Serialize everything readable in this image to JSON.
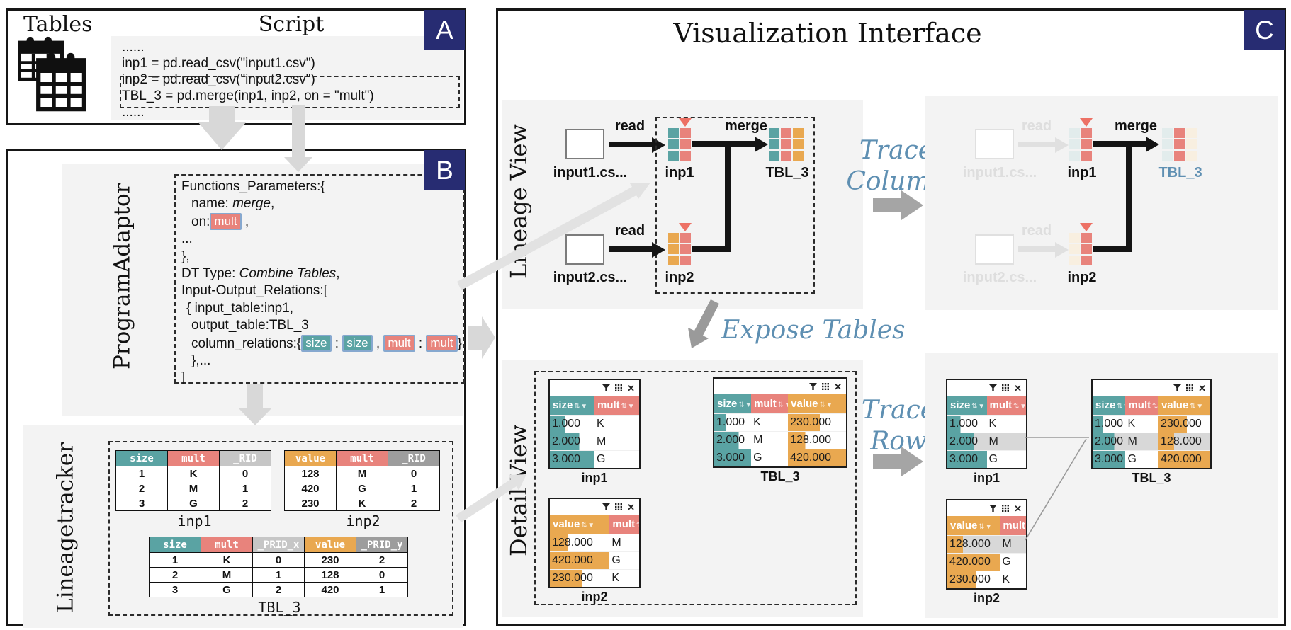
{
  "colors": {
    "teal": "#5aa3a3",
    "red": "#e8837c",
    "orange": "#e9a850",
    "navy": "#272c72",
    "accent_text": "#5e8fb2",
    "section_bg": "#f3f3f3"
  },
  "panelA": {
    "badge": "A",
    "tables_label": "Tables",
    "script_label": "Script",
    "code": [
      "......",
      "inp1 = pd.read_csv(\"input1.csv\")",
      "inp2 = pd.read_csv(\"input2.csv\")",
      "TBL_3 = pd.merge(inp1, inp2, on = \"mult\")",
      "......"
    ]
  },
  "panelB": {
    "badge": "B",
    "adaptor_label_1": "Program",
    "adaptor_label_2": "Adaptor",
    "tracker_label_1": "Lineage",
    "tracker_label_2": "tracker",
    "json": {
      "l1": "Functions_Parameters:{",
      "l2a": "name: ",
      "l2b": "merge",
      "l2c": ",",
      "l3a": "on:",
      "chip_mult": "mult",
      "l3c": " ,",
      "l4": "...",
      "l5": "},",
      "l6a": "DT Type: ",
      "l6b": "Combine Tables",
      "l6c": ",",
      "l7": "Input-Output_Relations:[",
      "l8": "{ input_table:inp1,",
      "l9": "output_table:TBL_3",
      "l10a": "column_relations:{",
      "size1": "size",
      "sep1": " : ",
      "size2": "size",
      "sep2": " , ",
      "mult1": "mult",
      "sep3": " : ",
      "mult2": "mult",
      "l10z": "}",
      "l11": "},...",
      "l12": "]"
    },
    "tracker": {
      "inp1": {
        "caption": "inp1",
        "headers": [
          {
            "label": "size",
            "cls": "teal"
          },
          {
            "label": "mult",
            "cls": "red"
          },
          {
            "label": "_RID",
            "cls": "glight"
          }
        ],
        "rows": [
          [
            "1",
            "K",
            "0"
          ],
          [
            "2",
            "M",
            "1"
          ],
          [
            "3",
            "G",
            "2"
          ]
        ]
      },
      "inp2": {
        "caption": "inp2",
        "headers": [
          {
            "label": "value",
            "cls": "orange"
          },
          {
            "label": "mult",
            "cls": "red"
          },
          {
            "label": "_RID",
            "cls": "gdark"
          }
        ],
        "rows": [
          [
            "128",
            "M",
            "0"
          ],
          [
            "420",
            "G",
            "1"
          ],
          [
            "230",
            "K",
            "2"
          ]
        ]
      },
      "tbl3": {
        "caption": "TBL_3",
        "headers": [
          {
            "label": "size",
            "cls": "teal"
          },
          {
            "label": "mult",
            "cls": "red"
          },
          {
            "label": "_PRID_x",
            "cls": "glight"
          },
          {
            "label": "value",
            "cls": "orange"
          },
          {
            "label": "_PRID_y",
            "cls": "gdark"
          }
        ],
        "rows": [
          [
            "1",
            "K",
            "0",
            "230",
            "2"
          ],
          [
            "2",
            "M",
            "1",
            "128",
            "0"
          ],
          [
            "3",
            "G",
            "2",
            "420",
            "1"
          ]
        ]
      }
    }
  },
  "panelC": {
    "badge": "C",
    "title": "Visualization Interface",
    "lineage_label": "Lineage View",
    "detail_label": "Detail View",
    "trace_column_1": "Trace",
    "trace_column_2": "Column",
    "trace_row_1": "Trace",
    "trace_row_2": "Row",
    "expose_tables": "Expose Tables",
    "close_glyph": "✕",
    "lineage1": {
      "file1": "input1.cs...",
      "file2": "input2.cs...",
      "read1": "read",
      "read2": "read",
      "merge": "merge",
      "inp1": {
        "label": "inp1",
        "cols": [
          "teal",
          "red"
        ],
        "marker": true,
        "marker_col": 1
      },
      "inp2": {
        "label": "inp2",
        "cols": [
          "orange",
          "red"
        ],
        "marker": true,
        "marker_col": 1
      },
      "tbl3": {
        "label": "TBL_3",
        "cols": [
          "teal",
          "red",
          "orange"
        ],
        "marker": false
      }
    },
    "lineage2": {
      "file1": "input1.cs...",
      "file2": "input2.cs...",
      "read1": "read",
      "read2": "read",
      "merge": "merge",
      "inp1": {
        "label": "inp1",
        "cols": [
          "teal-f",
          "red"
        ],
        "marker": true,
        "marker_col": 1
      },
      "inp2": {
        "label": "inp2",
        "cols": [
          "orange-f",
          "red"
        ],
        "marker": true,
        "marker_col": 1
      },
      "tbl3": {
        "label": "TBL_3",
        "cols": [
          "teal-f",
          "red",
          "orange-f"
        ],
        "marker": false
      }
    },
    "detail1": {
      "inp1": {
        "caption": "inp1",
        "hicons": "⇅ ▼",
        "headers": [
          {
            "label": "size",
            "cls": "teal",
            "icons": true,
            "w": "50%"
          },
          {
            "label": "mult",
            "cls": "red",
            "icons": true,
            "w": "50%"
          }
        ],
        "rows": [
          {
            "cells": [
              {
                "v": "1.000",
                "bar": 33,
                "cls": "teal"
              },
              {
                "v": "K"
              }
            ]
          },
          {
            "cells": [
              {
                "v": "2.000",
                "bar": 66,
                "cls": "teal"
              },
              {
                "v": "M"
              }
            ]
          },
          {
            "cells": [
              {
                "v": "3.000",
                "bar": 100,
                "cls": "teal"
              },
              {
                "v": "G"
              }
            ]
          }
        ]
      },
      "tbl3": {
        "caption": "TBL_3",
        "hicons": "⇅ ▼",
        "headers": [
          {
            "label": "size",
            "cls": "teal",
            "icons": true,
            "w": "28%"
          },
          {
            "label": "mult",
            "cls": "red",
            "icons": true,
            "w": "28%"
          },
          {
            "label": "value",
            "cls": "orange",
            "icons": true,
            "w": "44%"
          }
        ],
        "rows": [
          {
            "cells": [
              {
                "v": "1.000",
                "bar": 33,
                "cls": "teal"
              },
              {
                "v": "K"
              },
              {
                "v": "230.000",
                "bar": 55,
                "cls": "orange"
              }
            ]
          },
          {
            "cells": [
              {
                "v": "2.000",
                "bar": 66,
                "cls": "teal"
              },
              {
                "v": "M"
              },
              {
                "v": "128.000",
                "bar": 30,
                "cls": "orange"
              }
            ]
          },
          {
            "cells": [
              {
                "v": "3.000",
                "bar": 100,
                "cls": "teal"
              },
              {
                "v": "G"
              },
              {
                "v": "420.000",
                "bar": 100,
                "cls": "orange"
              }
            ]
          }
        ]
      },
      "inp2": {
        "caption": "inp2",
        "hicons": "⇅ ▼",
        "headers": [
          {
            "label": "value",
            "cls": "orange",
            "icons": true,
            "w": "67%"
          },
          {
            "label": "mult",
            "cls": "red",
            "icons": true,
            "w": "33%"
          }
        ],
        "rows": [
          {
            "cells": [
              {
                "v": "128.000",
                "bar": 30,
                "cls": "orange"
              },
              {
                "v": "M"
              }
            ]
          },
          {
            "cells": [
              {
                "v": "420.000",
                "bar": 100,
                "cls": "orange"
              },
              {
                "v": "G"
              }
            ]
          },
          {
            "cells": [
              {
                "v": "230.000",
                "bar": 55,
                "cls": "orange"
              },
              {
                "v": "K"
              }
            ]
          }
        ]
      }
    },
    "detail2": {
      "inp1": {
        "caption": "inp1",
        "hicons": "⇅ ▼",
        "headers": [
          {
            "label": "size",
            "cls": "teal",
            "icons": true,
            "w": "50%"
          },
          {
            "label": "mult",
            "cls": "red",
            "icons": true,
            "w": "50%"
          }
        ],
        "rows": [
          {
            "cells": [
              {
                "v": "1.000",
                "bar": 33,
                "cls": "teal"
              },
              {
                "v": "K"
              }
            ]
          },
          {
            "hl": true,
            "cells": [
              {
                "v": "2.000",
                "bar": 66,
                "cls": "teal"
              },
              {
                "v": "M"
              }
            ]
          },
          {
            "cells": [
              {
                "v": "3.000",
                "bar": 100,
                "cls": "teal"
              },
              {
                "v": "G"
              }
            ]
          }
        ]
      },
      "tbl3": {
        "caption": "TBL_3",
        "hicons": "⇅ ▼",
        "headers": [
          {
            "label": "size",
            "cls": "teal",
            "icons": true,
            "w": "28%"
          },
          {
            "label": "mult",
            "cls": "red",
            "icons": true,
            "w": "28%"
          },
          {
            "label": "value",
            "cls": "orange",
            "icons": true,
            "w": "44%"
          }
        ],
        "rows": [
          {
            "cells": [
              {
                "v": "1.000",
                "bar": 33,
                "cls": "teal"
              },
              {
                "v": "K"
              },
              {
                "v": "230.000",
                "bar": 55,
                "cls": "orange"
              }
            ]
          },
          {
            "hl": true,
            "cells": [
              {
                "v": "2.000",
                "bar": 66,
                "cls": "teal"
              },
              {
                "v": "M"
              },
              {
                "v": "128.000",
                "bar": 30,
                "cls": "orange"
              }
            ]
          },
          {
            "cells": [
              {
                "v": "3.000",
                "bar": 100,
                "cls": "teal"
              },
              {
                "v": "G"
              },
              {
                "v": "420.000",
                "bar": 100,
                "cls": "orange"
              }
            ]
          }
        ]
      },
      "inp2": {
        "caption": "inp2",
        "hicons": "⇅ ▼",
        "headers": [
          {
            "label": "value",
            "cls": "orange",
            "icons": true,
            "w": "67%"
          },
          {
            "label": "mult",
            "cls": "red",
            "icons": true,
            "w": "33%"
          }
        ],
        "rows": [
          {
            "hl": true,
            "cells": [
              {
                "v": "128.000",
                "bar": 30,
                "cls": "orange"
              },
              {
                "v": "M"
              }
            ]
          },
          {
            "cells": [
              {
                "v": "420.000",
                "bar": 100,
                "cls": "orange"
              },
              {
                "v": "G"
              }
            ]
          },
          {
            "cells": [
              {
                "v": "230.000",
                "bar": 55,
                "cls": "orange"
              },
              {
                "v": "K"
              }
            ]
          }
        ]
      }
    }
  }
}
